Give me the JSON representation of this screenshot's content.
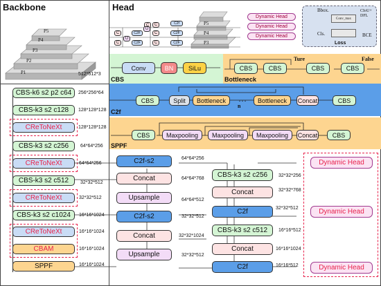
{
  "headers": {
    "backbone": "Backbone",
    "head": "Head"
  },
  "pyramid": {
    "levels": [
      "P5",
      "P4",
      "P3",
      "P2",
      "P1"
    ],
    "input_dim": "512*512*3"
  },
  "top_head": {
    "levels": [
      "P5",
      "P4",
      "P3"
    ],
    "c_label": "C",
    "u_label": "U",
    "c2f_label": "C2F",
    "c2f_label_small": "C2f",
    "dynamic_head": "Dynamic Head"
  },
  "loss_panel": {
    "bbox": "Bbox.",
    "cls": "Cls.",
    "ciou_dfl": "CIoU+ DFL",
    "bce": "BCE",
    "loss": "Loss",
    "block_text": "Conv_max"
  },
  "backbone_blocks": [
    {
      "label": "CBS-k6 s2 p2 c64",
      "dim": "256*256*64"
    },
    {
      "label": "CBS-k3 s2 c128",
      "dim": "128*128*128"
    },
    {
      "label": "CReToNeXt",
      "dim": "128*128*128"
    },
    {
      "label": "CBS-k3 s2 c256",
      "dim": "64*64*256"
    },
    {
      "label": "CReToNeXt",
      "dim": "64*64*256"
    },
    {
      "label": "CBS-k3 s2 c512",
      "dim": "32*32*512"
    },
    {
      "label": "CReToNeXt",
      "dim": "32*32*512"
    },
    {
      "label": "CBS-k3 s2 c1024",
      "dim": "16*16*1024"
    },
    {
      "label": "CReToNeXt",
      "dim": "16*16*1024"
    },
    {
      "label": "CBAM",
      "dim": "16*16*1024"
    },
    {
      "label": "SPPF",
      "dim": "16*16*1024"
    }
  ],
  "cbs_panel": {
    "title": "CBS",
    "blocks": [
      "Conv",
      "BN",
      "SiLu"
    ]
  },
  "bottleneck_panel": {
    "title": "Bottleneck",
    "cbs": "CBS",
    "true_label": "Ture",
    "false_label": "False"
  },
  "c2f_panel": {
    "title": "C2f",
    "cbs": "CBS",
    "split": "Split",
    "bottleneck": "Bottleneck",
    "n": "n",
    "concat": "Concat"
  },
  "sppf_panel": {
    "title": "SPPF",
    "cbs": "CBS",
    "maxpool": "Maxpooling",
    "concat": "Concat"
  },
  "neck": {
    "col1": [
      {
        "label": "C2f-s2",
        "dim": "64*64*256"
      },
      {
        "label": "Concat",
        "dim": "64*64*768"
      },
      {
        "label": "Upsample",
        "dim": "64*64*512"
      },
      {
        "label": "C2f-s2",
        "dim": "32*32*512"
      },
      {
        "label": "Concat",
        "dim": "32*32*1024"
      },
      {
        "label": "Upsample",
        "dim": "32*32*512"
      }
    ],
    "col2": [
      {
        "label": "CBS-k3 s2 c256",
        "dim": "32*32*256"
      },
      {
        "label": "Concat",
        "dim": "32*32*768"
      },
      {
        "label": "C2f",
        "dim": "32*32*512"
      },
      {
        "label": "CBS-k3 s2 c512",
        "dim": "16*16*512"
      },
      {
        "label": "Concat",
        "dim": "16*16*1024"
      },
      {
        "label": "C2f",
        "dim": "16*16*512"
      }
    ],
    "dynamic_heads": [
      "Dynamic Head",
      "Dynamic Head",
      "Dynamic Head"
    ]
  },
  "colors": {
    "red": "#e8224c",
    "green": "#d4f5d4",
    "blue": "#5b9ee8",
    "orange": "#fdd590",
    "purple": "#f3dcf7"
  }
}
